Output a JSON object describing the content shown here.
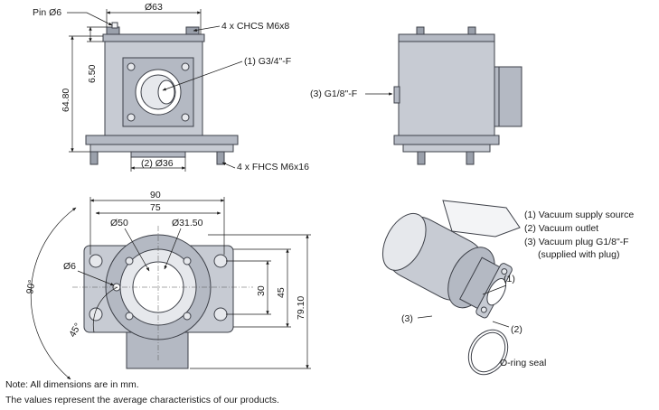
{
  "front_view": {
    "pin_label": "Pin Ø6",
    "width_label": "Ø63",
    "screws_top_label": "4 x CHCS M6x8",
    "port1_label": "(1) G3/4\"-F",
    "height_small_label": "6.50",
    "height_total_label": "64.80",
    "bore_label": "(2) Ø36",
    "screws_bottom_label": "4 x FHCS M6x16"
  },
  "side_view": {
    "port3_label": "(3) G1/8\"-F"
  },
  "bottom_view": {
    "dim_90": "90",
    "dim_75": "75",
    "dim_50": "Ø50",
    "dim_31_50": "Ø31.50",
    "dim_pin": "Ø6",
    "angle_90": "90°",
    "angle_45": "45°",
    "dim_30": "30",
    "dim_45": "45",
    "dim_79_10": "79.10"
  },
  "iso_view": {
    "legend": [
      "(1) Vacuum supply source",
      "(2) Vacuum outlet",
      "(3) Vacuum plug G1/8\"-F",
      "(supplied with plug)"
    ],
    "callout_1": "(1)",
    "callout_2": "(2)",
    "callout_3": "(3)",
    "oring_label": "O-ring seal"
  },
  "notes": {
    "line1": "Note: All dimensions are in mm.",
    "line2": "The values represent the average characteristics of our products."
  }
}
